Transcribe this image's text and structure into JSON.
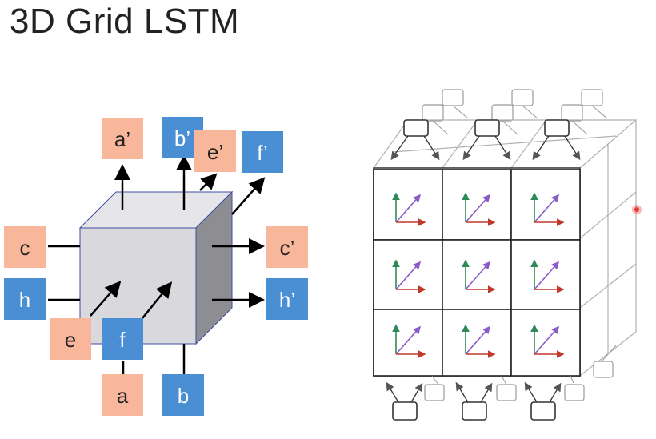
{
  "slide": {
    "title": "3D Grid LSTM"
  },
  "cell_diagram": {
    "inputs": {
      "c": "c",
      "h": "h",
      "e": "e",
      "f": "f",
      "a": "a",
      "b": "b"
    },
    "outputs": {
      "a_prime": "a’",
      "b_prime": "b’",
      "e_prime": "e’",
      "f_prime": "f’",
      "c_prime": "c’",
      "h_prime": "h’"
    },
    "colors": {
      "orange_box": "#F8B79B",
      "blue_box": "#4A8ED4",
      "cube_front": "#D9D9DD",
      "cube_side": "#8E8E92",
      "cube_edge": "#3F4FA0"
    }
  },
  "grid_diagram": {
    "rows": 3,
    "columns": 3,
    "axis_colors": {
      "vertical": "#2E8B57",
      "diagonal": "#8A5CC8",
      "horizontal": "#C0392B"
    },
    "pointer_color": "#E53935"
  }
}
